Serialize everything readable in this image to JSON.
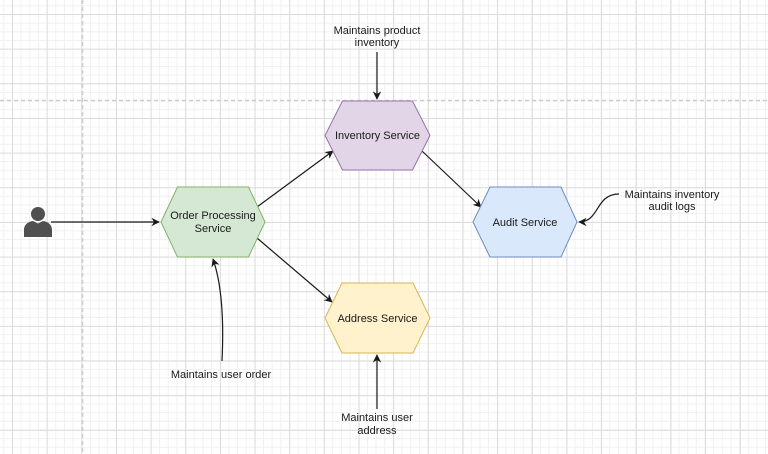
{
  "diagram": {
    "type": "microservice-architecture",
    "actor": {
      "icon": "user-icon",
      "label": ""
    },
    "services": [
      {
        "id": "order",
        "label_lines": [
          "Order Processing",
          "Service"
        ],
        "fill": "#d5e8d4",
        "stroke": "#82b366"
      },
      {
        "id": "inventory",
        "label_lines": [
          "Inventory Service"
        ],
        "fill": "#e1d5e7",
        "stroke": "#9673a6"
      },
      {
        "id": "audit",
        "label_lines": [
          "Audit Service"
        ],
        "fill": "#dae8fc",
        "stroke": "#6c8ebf"
      },
      {
        "id": "address",
        "label_lines": [
          "Address Service"
        ],
        "fill": "#fff2cc",
        "stroke": "#d6b656"
      }
    ],
    "notes": [
      {
        "id": "note-inventory",
        "lines": [
          "Maintains product",
          "inventory"
        ],
        "target": "inventory"
      },
      {
        "id": "note-audit",
        "lines": [
          "Maintains inventory",
          "audit logs"
        ],
        "target": "audit"
      },
      {
        "id": "note-order",
        "lines": [
          "Maintains user order"
        ],
        "target": "order"
      },
      {
        "id": "note-address",
        "lines": [
          "Maintains user",
          "address"
        ],
        "target": "address"
      }
    ],
    "edges": [
      {
        "from": "actor",
        "to": "order"
      },
      {
        "from": "order",
        "to": "inventory"
      },
      {
        "from": "inventory",
        "to": "audit"
      },
      {
        "from": "order",
        "to": "address"
      }
    ],
    "colors": {
      "edge": "#1a1a1a",
      "actor": "#505050",
      "grid_major": "#dcdcdc",
      "grid_minor": "#f0f0f0",
      "page_border": "#cccccc"
    }
  }
}
